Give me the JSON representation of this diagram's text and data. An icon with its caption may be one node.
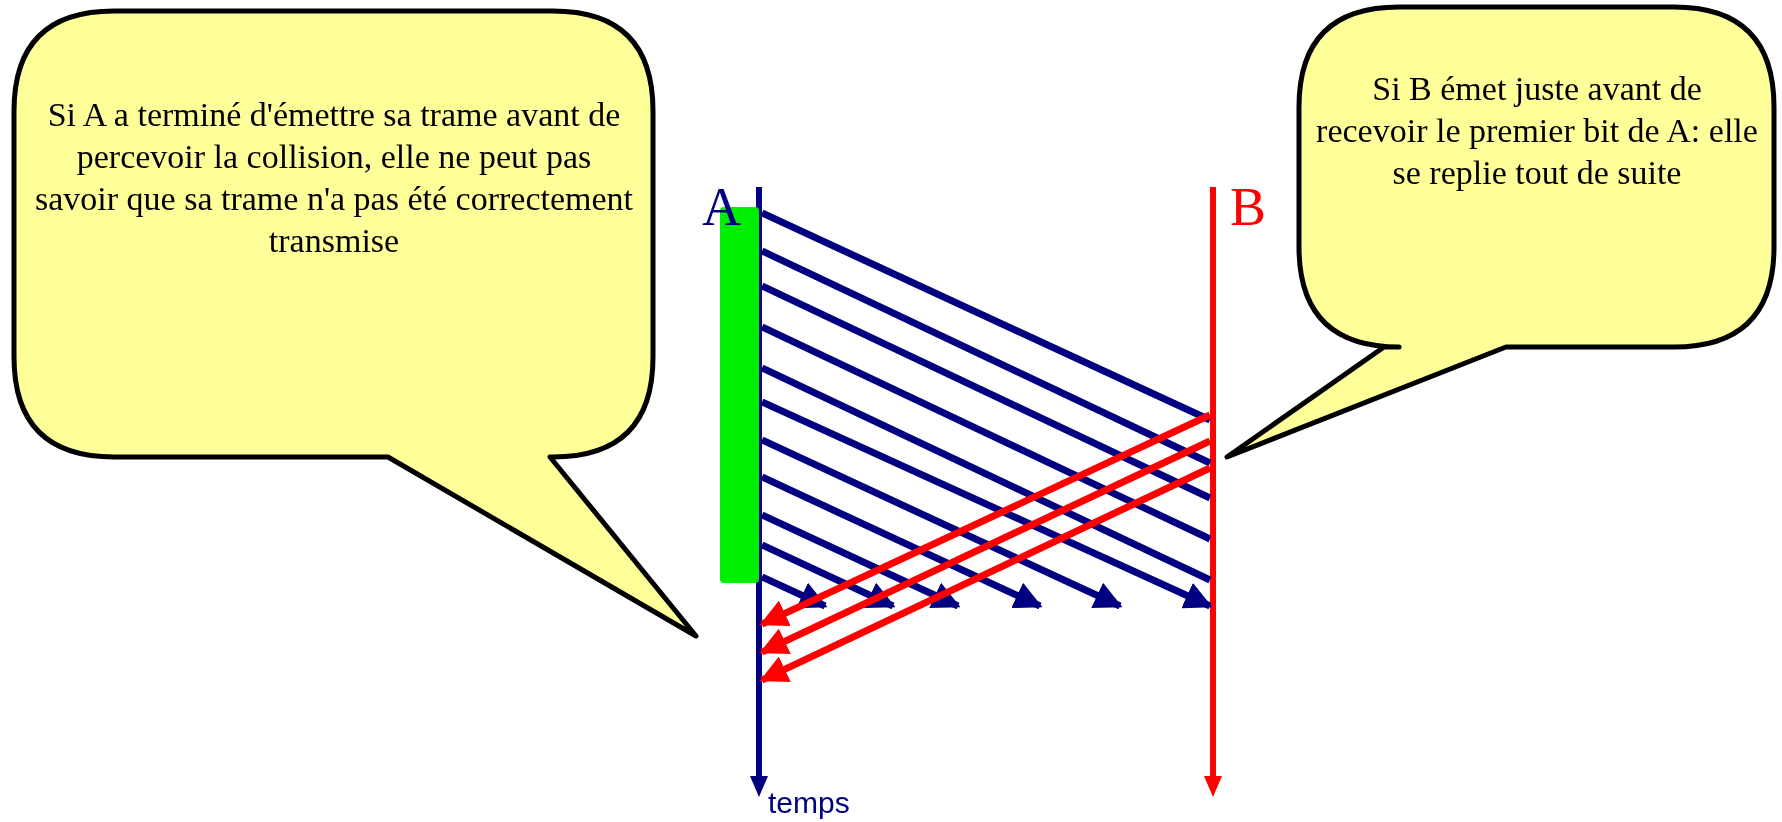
{
  "diagram": {
    "nodes": [
      {
        "text": [
          "Si A a terminé d'émettre sa trame avant de percevoir la collision, elle ne peut pas savoir que sa trame n'a pas été correctement transmise"
        ]
      },
      {
        "text": [
          "A"
        ]
      },
      {
        "text": [
          "B"
        ]
      },
      {
        "text": [
          "Si B émet juste avant de recevoir le premier bit de A: elle se replie tout de suite"
        ]
      }
    ],
    "edges": [
      {
        "from": 1,
        "to": 2,
        "arrow": "none"
      },
      {
        "from": 1,
        "to": 2,
        "arrow": "none"
      },
      {
        "from": 1,
        "to": 2,
        "arrow": "none"
      },
      {
        "from": 1,
        "to": 2,
        "arrow": "none"
      },
      {
        "from": 1,
        "to": 2,
        "arrow": "none"
      },
      {
        "from": 1,
        "to": 2,
        "arrow": "to"
      },
      {
        "from": 1,
        "to": null,
        "arrow": "to"
      },
      {
        "from": 1,
        "to": null,
        "arrow": "to"
      },
      {
        "from": 1,
        "to": null,
        "arrow": "to"
      },
      {
        "from": 1,
        "to": null,
        "arrow": "to"
      },
      {
        "from": 1,
        "to": null,
        "arrow": "to"
      },
      {
        "from": 2,
        "to": 1,
        "arrow": "to",
        "color": "#ff0000"
      },
      {
        "from": 2,
        "to": 1,
        "arrow": "to",
        "color": "#ff0000"
      },
      {
        "from": 2,
        "to": 1,
        "arrow": "to",
        "color": "#ff0000"
      }
    ],
    "labels": [
      "temps"
    ]
  }
}
